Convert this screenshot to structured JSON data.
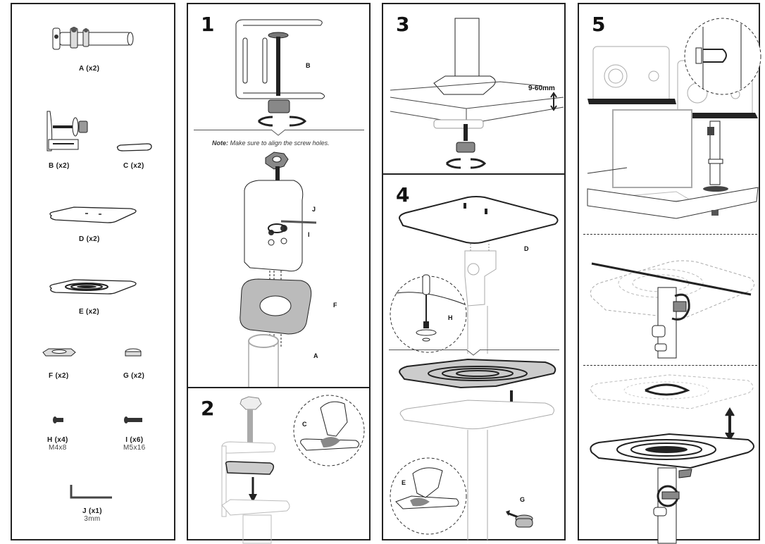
{
  "parts_panel": {
    "items": [
      {
        "id": "A",
        "label": "A (x2)",
        "name": "pole-assembly"
      },
      {
        "id": "B",
        "label": "B (x2)",
        "name": "desk-clamp"
      },
      {
        "id": "C",
        "label": "C (x2)",
        "name": "clamp-pad"
      },
      {
        "id": "D",
        "label": "D (x2)",
        "name": "top-plate"
      },
      {
        "id": "E",
        "label": "E (x2)",
        "name": "grip-mat"
      },
      {
        "id": "F",
        "label": "F (x2)",
        "name": "base-flange"
      },
      {
        "id": "G",
        "label": "G (x2)",
        "name": "cable-clip"
      },
      {
        "id": "H",
        "label": "H (x4)",
        "spec": "M4x8",
        "name": "screw-m4"
      },
      {
        "id": "I",
        "label": "I (x6)",
        "spec": "M5x16",
        "name": "screw-m5"
      },
      {
        "id": "J",
        "label": "J (x1)",
        "spec": "3mm",
        "name": "hex-key"
      }
    ]
  },
  "steps": {
    "step1": {
      "number": "1",
      "note_label": "Note:",
      "note_text": " Make sure to align the screw holes.",
      "callouts": [
        "B",
        "J",
        "I",
        "F",
        "A"
      ]
    },
    "step2": {
      "number": "2",
      "callouts": [
        "C"
      ]
    },
    "step3": {
      "number": "3",
      "dimension": "9-60mm"
    },
    "step4": {
      "number": "4",
      "callouts": [
        "D",
        "H",
        "E",
        "G"
      ]
    },
    "step5": {
      "number": "5"
    }
  },
  "colors": {
    "border": "#222222",
    "line": "#333333",
    "fill_gray": "#b0b0b0",
    "light": "#c8c8c8"
  }
}
